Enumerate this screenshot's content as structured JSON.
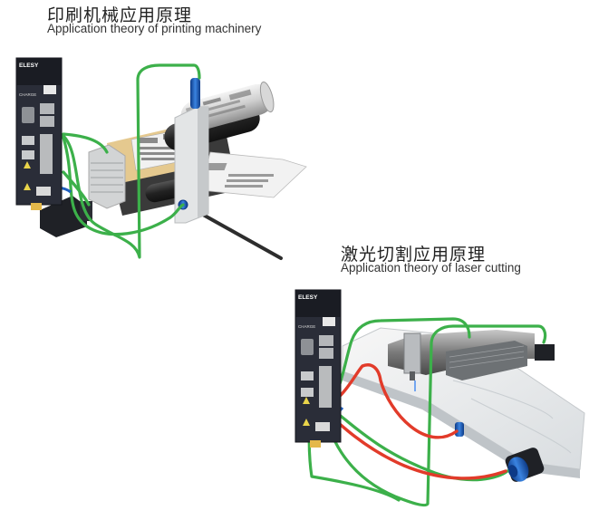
{
  "section_printing": {
    "title_cn": "印刷机械应用原理",
    "title_en": "Application theory of printing machinery"
  },
  "section_laser": {
    "title_cn": "激光切割应用原理",
    "title_en": "Application theory of laser cutting"
  },
  "drive_unit": {
    "brand": "ELESY",
    "charge_label": "CHARGE"
  },
  "colors": {
    "encoder_cable": "#3cb04a",
    "power_cable": "#e23b2a",
    "drive_body": "#2a2d38",
    "sensor_blue": "#1f5fbf"
  }
}
